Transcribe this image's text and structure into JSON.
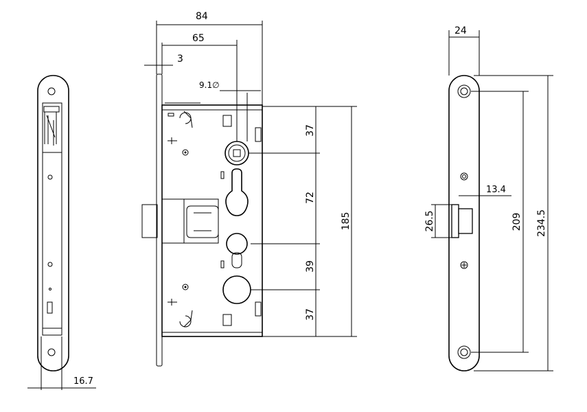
{
  "dimensions": {
    "side_thickness": "16.7",
    "body_width": "84",
    "backset": "65",
    "faceplate_thickness": "3",
    "spindle": "9.1",
    "spindle_symbol": "∅",
    "top_to_spindle": "37",
    "spindle_to_cylinder": "72",
    "cylinder_to_lower": "39",
    "lower_to_bottom": "37",
    "case_height": "185",
    "faceplate_width": "24",
    "latch_projection": "13.4",
    "latch_height": "26.5",
    "screw_spacing": "209",
    "faceplate_length": "234.5"
  }
}
